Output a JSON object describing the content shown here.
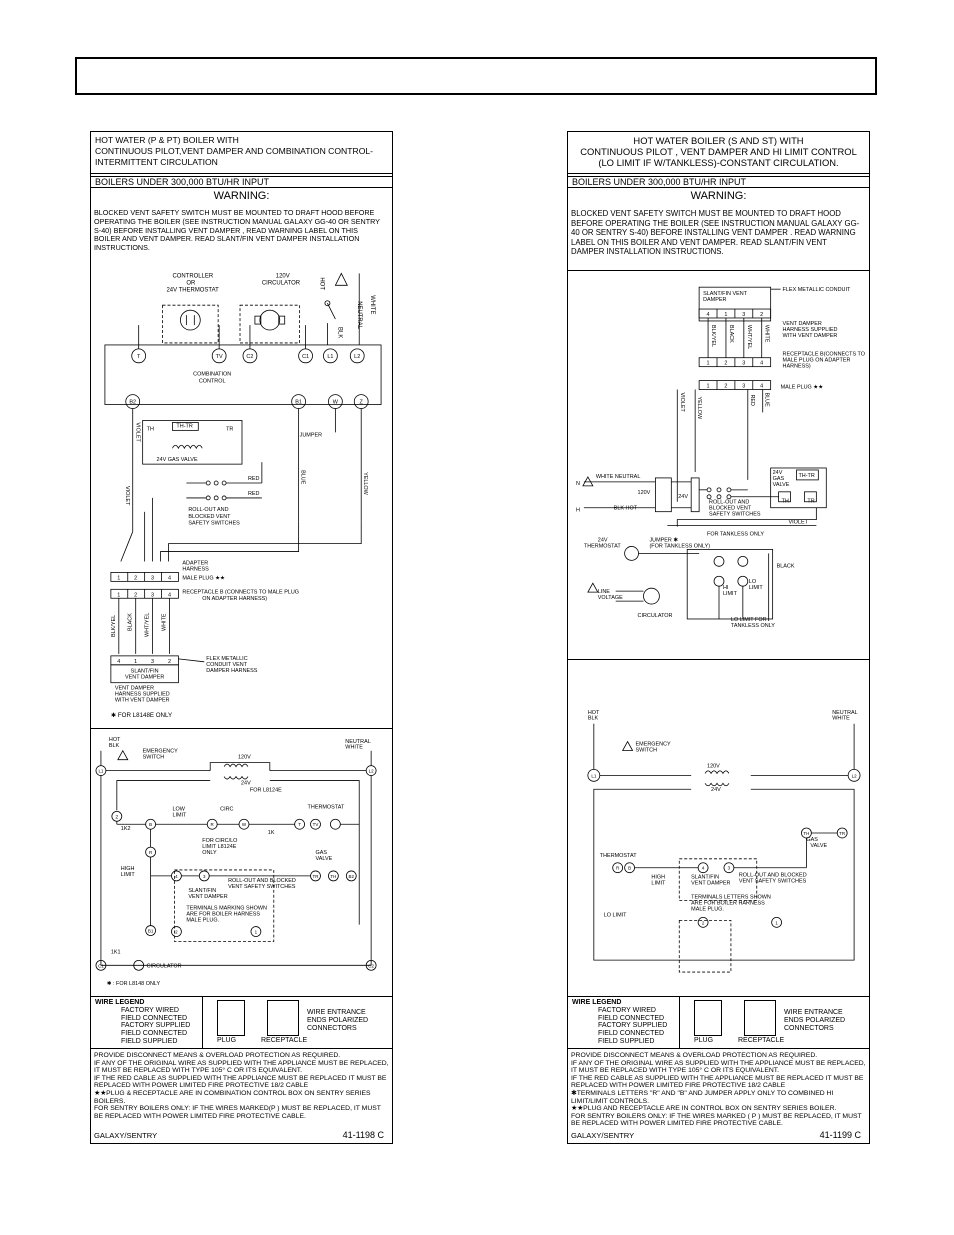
{
  "left": {
    "title_lines": [
      "HOT WATER (P & PT) BOILER WITH",
      "CONTINUOUS PILOT,VENT DAMPER AND COMBINATION CONTROL-",
      " INTERMITTENT CIRCULATION"
    ],
    "input": "BOILERS UNDER  300,000 BTU/HR INPUT",
    "warning": "WARNING:",
    "warning_body": "BLOCKED VENT SAFETY SWITCH MUST BE MOUNTED TO DRAFT HOOD BEFORE OPERATING THE BOILER (SEE INSTRUCTION MANUAL GALAXY GG-40 OR SENTRY S-40) BEFORE INSTALLING VENT DAMPER , READ WARNING LABEL ON THIS BOILER AND VENT DAMPER. READ SLANT/FIN VENT DAMPER INSTALLATION INSTRUCTIONS.",
    "diagram": {
      "controller": "CONTROLLER",
      "or": "OR",
      "thermostat_24v": "24V THERMOSTAT",
      "circulator_120v": "120V",
      "circulator": "CIRCULATOR",
      "hot": "HOT",
      "neutral": "NEUTRAL",
      "white": "WHITE",
      "blk": "BLK",
      "terminals_top": [
        "T",
        "TV",
        "C2",
        "C1",
        "L1",
        "L2"
      ],
      "combination_control": [
        "COMBINATION",
        "CONTROL"
      ],
      "terminals_bottom": [
        "B2",
        "B1",
        "W",
        "Z"
      ],
      "th": "TH",
      "th_tr": "TH-TR",
      "tr": "TR",
      "gas_valve": "24V GAS VALVE",
      "violet": "VIOLET",
      "blue": "BLUE",
      "yellow": "YELLOW",
      "red": "RED",
      "jumper": "JUMPER",
      "rollout": [
        "ROLL-OUT AND",
        "BLOCKED VENT",
        "SAFETY SWITCHES"
      ],
      "adapter": [
        "ADAPTER",
        "HARNESS"
      ],
      "male_plug": "MALE PLUG ★★",
      "receptacle": [
        "RECEPTACLE B (CONNECTS TO MALE PLUG",
        "ON ADAPTER HARNESS)"
      ],
      "wire_cols": [
        "BLK/YEL",
        "BLACK",
        "WHT/YEL",
        "WHITE"
      ],
      "flex": [
        "FLEX METALLIC",
        "CONDUIT VENT",
        "DAMPER HARNESS"
      ],
      "slantfin": [
        "SLANT/FIN",
        "VENT DAMPER"
      ],
      "harness_note": [
        "VENT DAMPER",
        "HARNESS SUPPLIED",
        "WITH VENT DAMPER"
      ],
      "l8148": "✱  FOR L8148E ONLY",
      "plug1": [
        "1",
        "2",
        "3",
        "4"
      ],
      "plug2": [
        "4",
        "1",
        "3",
        "2"
      ]
    },
    "ladder": {
      "hot": "HOT",
      "blk": "BLK",
      "emergency": [
        "EMERGENCY",
        "SWITCH"
      ],
      "neutral": "NEUTRAL",
      "white": "WHITE",
      "v120": "120V",
      "v24": "24V",
      "for_l8124e": "FOR L8124E",
      "low_limit": [
        "LOW",
        "LIMIT"
      ],
      "circ": "CIRC",
      "thermostat": "THERMOSTAT",
      "k1": "1K",
      "k2": "1K2",
      "for_circ": [
        "FOR CIRC/LO",
        "LIMIT L8124E",
        "ONLY"
      ],
      "high_limit": [
        "HIGH",
        "LIMIT"
      ],
      "slantfin_damper": [
        "SLANT/FIN",
        "VENT DAMPER"
      ],
      "rollout": [
        "ROLL-OUT AND BLOCKED",
        "VENT SAFETY SWITCHES"
      ],
      "gas_valve": [
        "GAS",
        "VALVE"
      ],
      "terminals_note": [
        "TERMINALS MARKING SHOWN",
        "ARE FOR BOILER HARNESS",
        "MALE PLUG."
      ],
      "k1b": "1K1",
      "circulator": "CIRCULATOR",
      "l8148": "✱ : FOR L8148 ONLY",
      "nodes": [
        "L1",
        "L2",
        "Z",
        "B",
        "R",
        "W",
        "T",
        "TV",
        "TR",
        "TH",
        "B2",
        "C1",
        "C2",
        "B1",
        "4",
        "3",
        "2",
        "1"
      ]
    },
    "legend": {
      "title": "WIRE LEGEND",
      "factory_wired": "FACTORY WIRED",
      "field_connected": "FIELD CONNECTED",
      "factory_supplied": "FACTORY SUPPLIED",
      "field_connected2": "FIELD CONNECTED",
      "field_supplied": "FIELD SUPPLIED",
      "plug": "PLUG",
      "receptacle": "RECEPTACLE",
      "wire_entrance": [
        "WIRE ENTRANCE",
        "ENDS POLARIZED",
        "CONNECTORS"
      ]
    },
    "notes": [
      "PROVIDE DISCONNECT MEANS & OVERLOAD PROTECTION AS REQUIRED.",
      "IF ANY OF THE ORIGINAL WIRE AS SUPPLIED WITH THE APPLIANCE MUST BE REPLACED, IT MUST BE REPLACED WITH TYPE 105° C OR ITS EQUIVALENT.",
      "IF THE RED CABLE AS SUPPLIED WITH THE APPLIANCE MUST BE REPLACED IT MUST BE REPLACED WITH POWER LIMITED FIRE PROTECTIVE 18/2 CABLE",
      "★★PLUG & RECEPTACLE ARE IN COMBINATION CONTROL BOX ON SENTRY SERIES BOILERS.",
      "FOR SENTRY BOILERS ONLY: IF THE WIRES MARKED(P ) MUST BE REPLACED, IT MUST BE REPLACED WITH POWER LIMITED FIRE PROTECTIVE CABLE."
    ],
    "footer_left": "GALAXY/SENTRY",
    "footer_code": "41-1198 C"
  },
  "right": {
    "title_lines": [
      "HOT WATER BOILER (S AND ST) WITH",
      "CONTINUOUS PILOT , VENT DAMPER AND HI LIMIT CONTROL",
      "(LO LIMIT IF W/TANKLESS)-CONSTANT CIRCULATION."
    ],
    "input": "BOILERS UNDER  300,000 BTU/HR INPUT",
    "warning": "WARNING:",
    "warning_body": "BLOCKED VENT SAFETY SWITCH MUST BE MOUNTED TO DRAFT HOOD BEFORE OPERATING THE BOILER (SEE INSTRUCTION MANUAL GALAXY GG-40 OR SENTRY S-40) BEFORE INSTALLING VENT DAMPER . READ WARNING LABEL ON THIS BOILER AND VENT DAMPER. READ SLANT/FIN VENT DAMPER INSTALLATION INSTRUCTIONS.",
    "diagram": {
      "slantfin": [
        "SLANT/FIN VENT",
        "DAMPER"
      ],
      "flex": "FLEX METALLIC CONDUIT",
      "harness_note": [
        "VENT DAMPER",
        "HARNESS SUPPLIED",
        "WITH VENT DAMPER"
      ],
      "wire_cols": [
        "BLK/YEL",
        "BLACK",
        "WHT/YEL",
        "WHITE"
      ],
      "receptacle": [
        "RECEPTACLE B(CONNECTS TO",
        "MALE PLUG ON ADAPTER",
        "HARNESS)"
      ],
      "male_plug": "MALE PLUG ★★",
      "plug_top": [
        "4",
        "1",
        "3",
        "2"
      ],
      "plug_mid": [
        "1",
        "2",
        "3",
        "4"
      ],
      "plug_bot": [
        "1",
        "2",
        "3",
        "4"
      ],
      "violet": "VIOLET",
      "yellow": "YELLOW",
      "red": "RED",
      "blue": "BLUE",
      "n": "N",
      "h": "H",
      "white_neutral": "WHITE NEUTRAL",
      "v120": "120V",
      "blk_hot": "BLK HOT",
      "v24": "24V",
      "gas_valve": [
        "24V",
        "GAS",
        "VALVE"
      ],
      "th_tr": "TH-TR",
      "th": "TH",
      "tr": "TR",
      "rollout": [
        "ROLL-OUT AND",
        "BLOCKED VENT",
        "SAFETY SWITCHES"
      ],
      "for_tankless": "FOR TANKLESS  ONLY",
      "thermostat": [
        "24V",
        "THERMOSTAT"
      ],
      "jumper": [
        "JUMPER ✱",
        "(FOR TANKLESS ONLY)"
      ],
      "black": "BLACK",
      "line_voltage": [
        "LINE",
        "VOLTAGE"
      ],
      "hi_limit": [
        "HI",
        "LIMIT"
      ],
      "lo_limit": [
        "LO",
        "LIMIT"
      ],
      "circulator": "CIRCULATOR",
      "lo_limit_note": [
        "LO LIMIT FOR",
        "TANKLESS ONLY"
      ]
    },
    "ladder": {
      "hot": "HOT",
      "blk": "BLK",
      "neutral": "NEUTRAL",
      "white": "WHITE",
      "emergency": [
        "EMERGENCY",
        "SWITCH"
      ],
      "v120": "120V",
      "v24": "24V",
      "gas_valve": [
        "GAS",
        "VALVE"
      ],
      "thermostat": "THERMOSTAT",
      "high_limit": [
        "HIGH",
        "LIMIT"
      ],
      "slantfin": [
        "SLANT/FIN",
        "VENT DAMPER"
      ],
      "rollout": [
        "ROLL-OUT AND BLOCKED",
        "VENT SAFETY SWITCHES"
      ],
      "lo_limit": "LO LIMIT",
      "terminals_note": [
        "TERMINALS LETTERS SHOWN",
        "ARE FOR BOILER HARNESS",
        "MALE PLUG."
      ],
      "nodes": [
        "L1",
        "L2",
        "TH",
        "TR",
        "R",
        "B",
        "4",
        "3",
        "2",
        "1"
      ]
    },
    "legend": {
      "title": "WIRE LEGEND",
      "factory_wired": "FACTORY WIRED",
      "field_connected": "FIELD CONNECTED",
      "factory_supplied": "FACTORY SUPPLIED",
      "field_connected2": "FIELD CONNECTED",
      "field_supplied": "FIELD SUPPLIED",
      "plug": "PLUG",
      "receptacle": "RECEPTACLE",
      "wire_entrance": [
        "WIRE ENTRANCE",
        "ENDS POLARIZED",
        "CONNECTORS"
      ]
    },
    "notes": [
      "PROVIDE DISCONNECT MEANS & OVERLOAD PROTECTION AS REQUIRED.",
      "IF ANY OF THE ORIGINAL WIRE AS SUPPLIED WITH THE APPLIANCE MUST BE REPLACED, IT MUST BE REPLACED WITH TYPE 105° C OR ITS EQUIVALENT.",
      "IF THE RED CABLE AS SUPPLIED WITH THE APPLIANCE MUST BE REPLACED IT MUST BE REPLACED WITH POWER LIMITED FIRE PROTECTIVE 18/2 CABLE",
      "✱TERMINALS LETTERS \"R\" AND \"B\" AND JUMPER APPLY ONLY TO COMBINED HI LIMIT/LIMIT CONTROLS.",
      "★★PLUG AND RECEPTACLE ARE IN CONTROL BOX ON SENTRY SERIES BOILER.",
      "FOR SENTRY BOILERS ONLY: IF THE WIRES MARKED ( P ) MUST BE REPLACED, IT MUST BE REPLACED WITH POWER LIMITED FIRE PROTECTIVE CABLE."
    ],
    "footer_left": "GALAXY/SENTRY",
    "footer_code": "41-1199 C"
  }
}
